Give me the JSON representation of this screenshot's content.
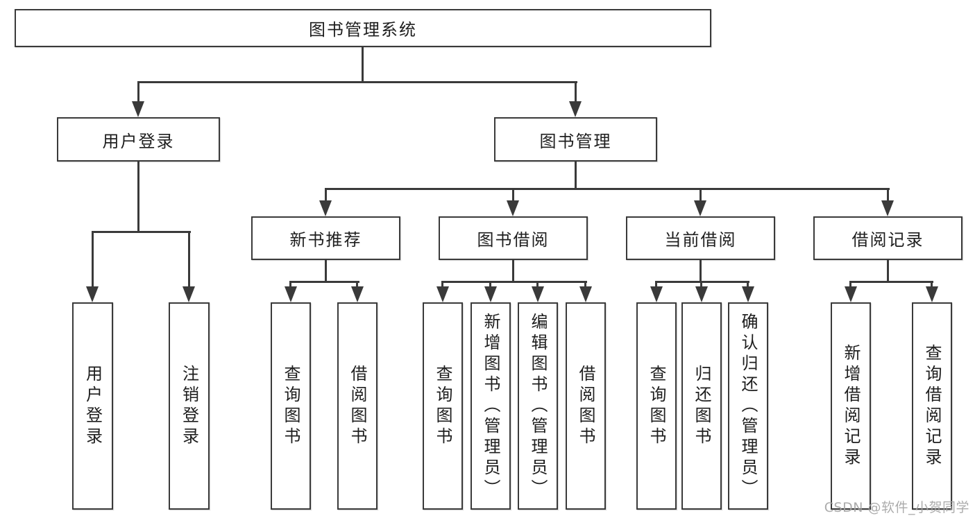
{
  "diagram": {
    "type": "feature-tree",
    "colors": {
      "background": "#ffffff",
      "line": "#3a3a3a",
      "box_border": "#3a3a3a",
      "text": "#1e1e1e",
      "watermark": "#a5a5a5"
    }
  },
  "tree": {
    "root": {
      "label": "图书管理系统"
    },
    "branches": [
      {
        "label": "用户登录",
        "children": [
          {
            "label": "用户登录"
          },
          {
            "label": "注销登录"
          }
        ]
      },
      {
        "label": "图书管理",
        "children": [
          {
            "label": "新书推荐",
            "children": [
              {
                "label": "查询图书"
              },
              {
                "label": "借阅图书"
              }
            ]
          },
          {
            "label": "图书借阅",
            "children": [
              {
                "label": "查询图书"
              },
              {
                "label": "新增图书（管理员）"
              },
              {
                "label": "编辑图书（管理员）"
              },
              {
                "label": "借阅图书"
              }
            ]
          },
          {
            "label": "当前借阅",
            "children": [
              {
                "label": "查询图书"
              },
              {
                "label": "归还图书"
              },
              {
                "label": "确认归还（管理员）"
              }
            ]
          },
          {
            "label": "借阅记录",
            "children": [
              {
                "label": "新增借阅记录"
              },
              {
                "label": "查询借阅记录"
              }
            ]
          }
        ]
      }
    ]
  },
  "watermark": {
    "text": "CSDN @软件_小贺同学"
  }
}
